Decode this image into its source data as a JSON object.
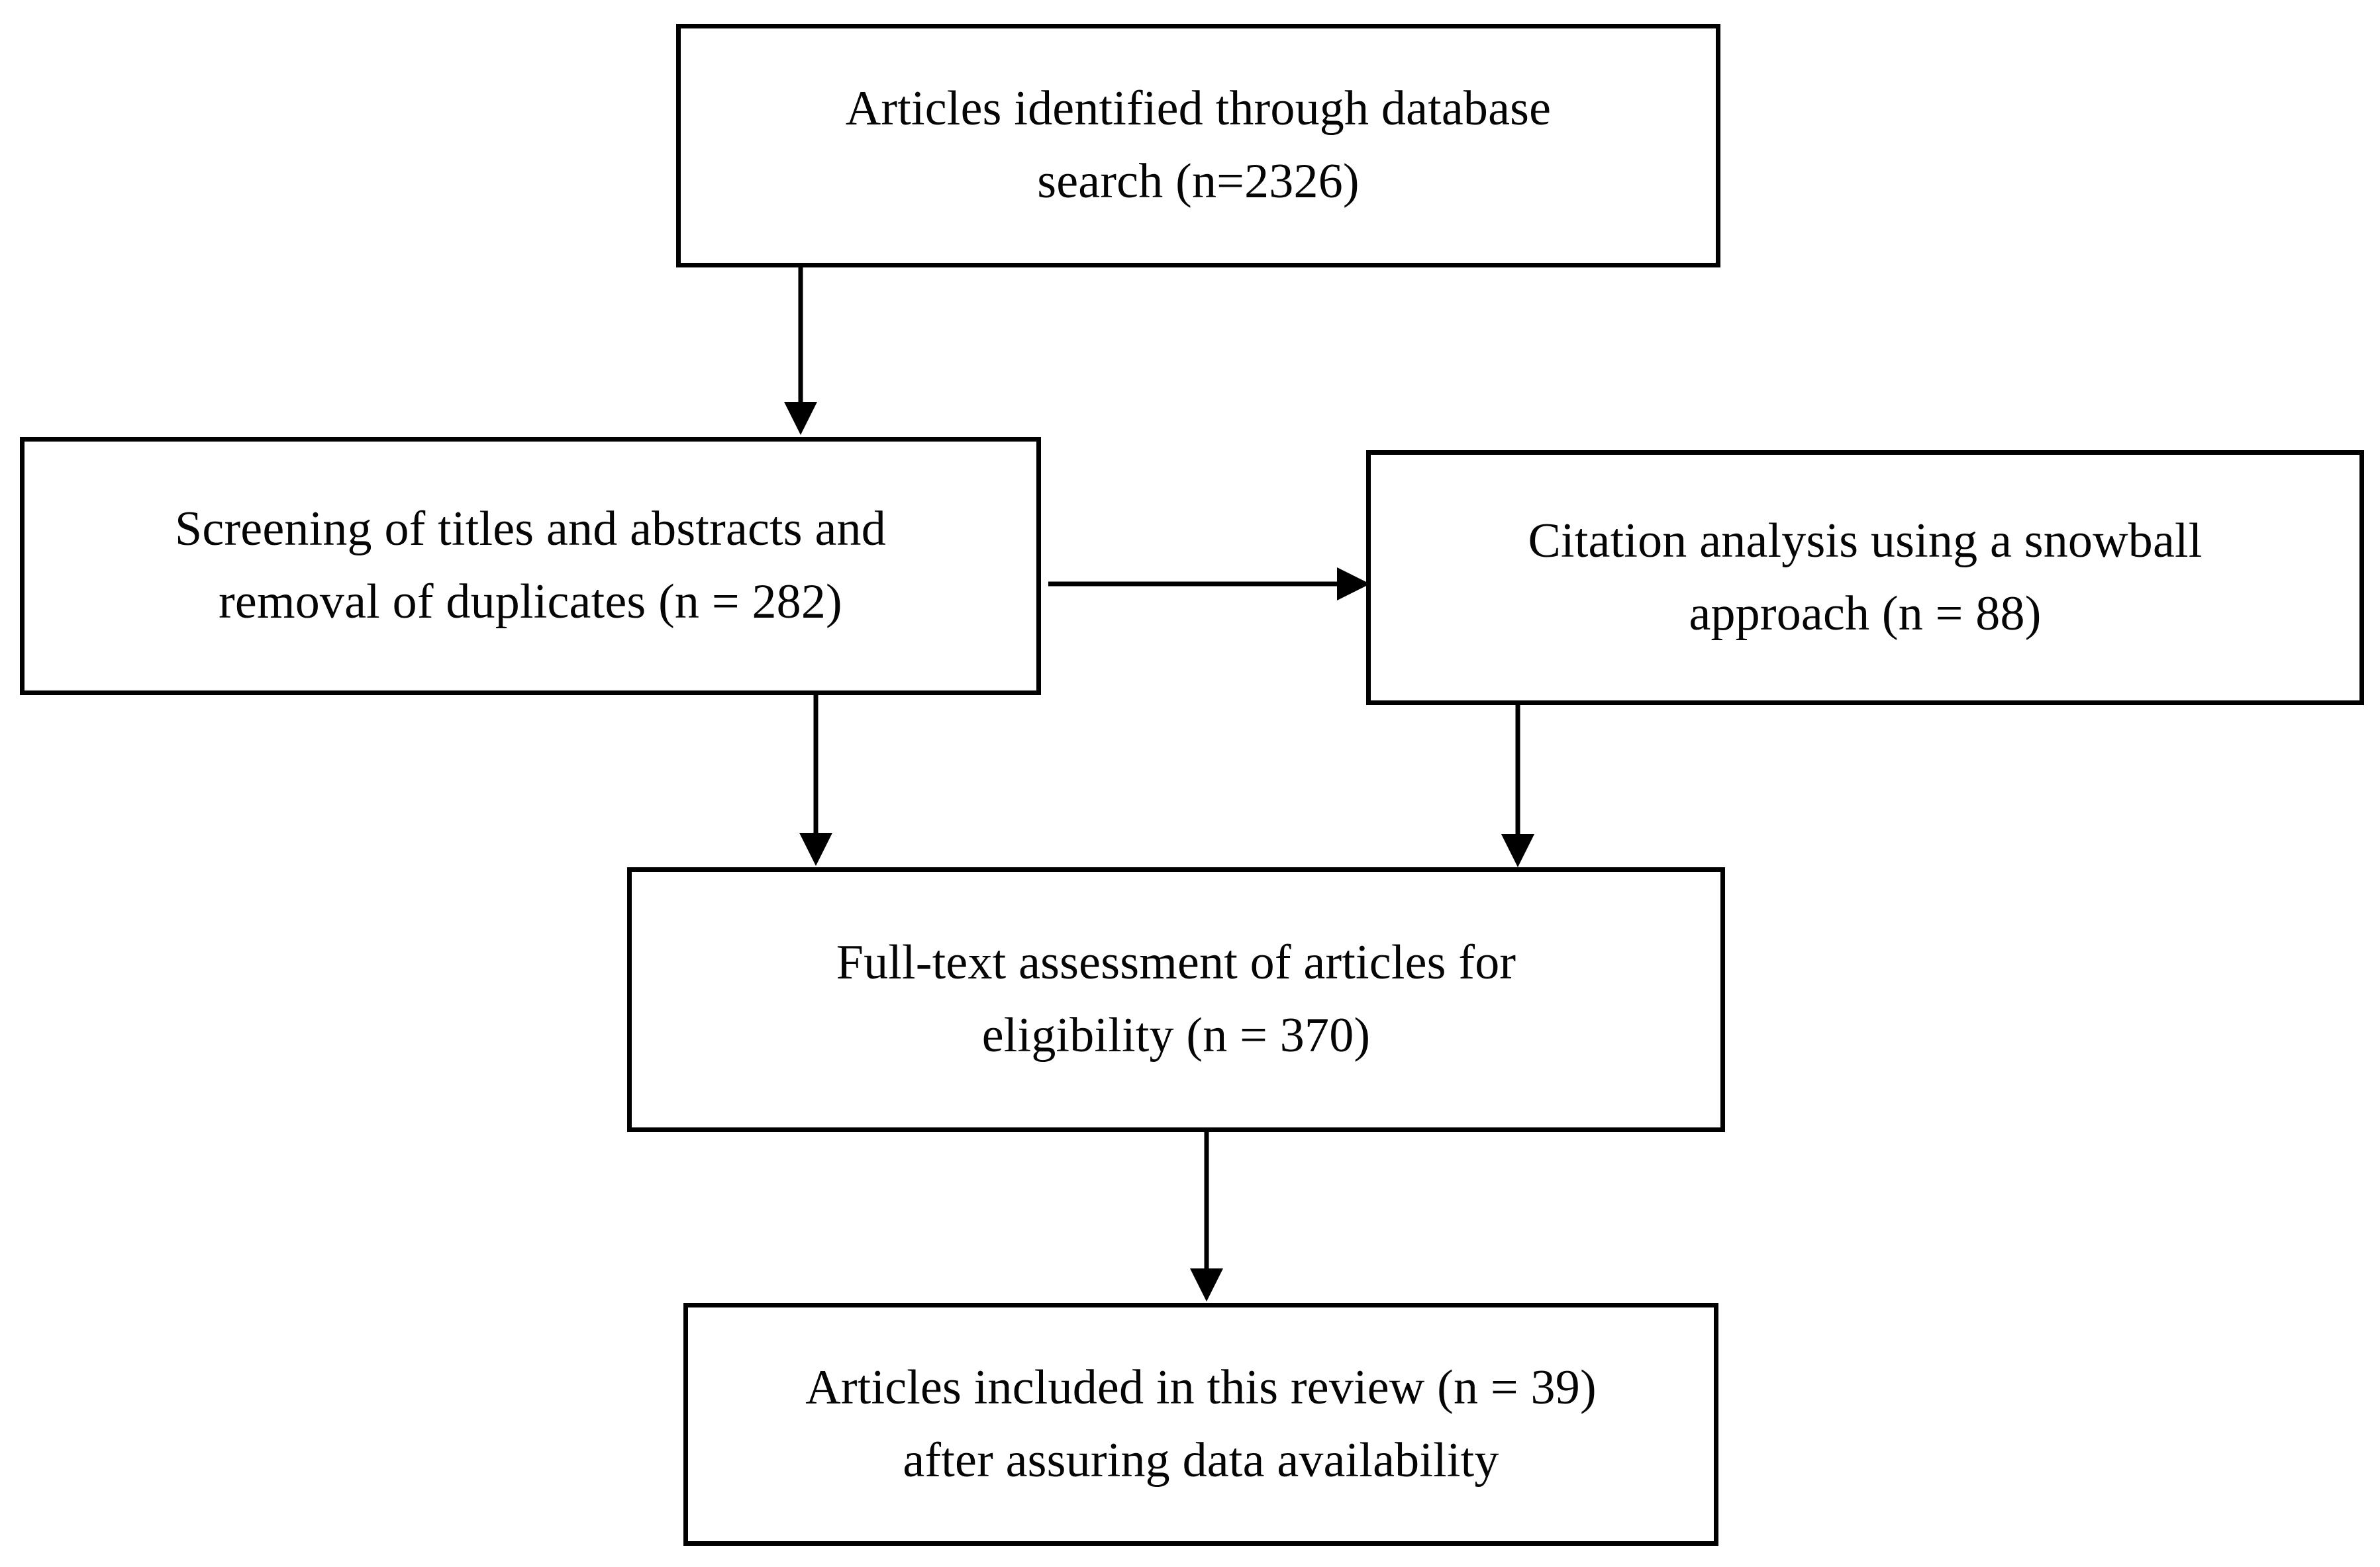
{
  "diagram": {
    "type": "prisma-flow-diagram",
    "title": "",
    "background_color": "#ffffff",
    "line_color": "#000000",
    "text_color": "#050505",
    "boxes": [
      {
        "id": "identification",
        "name": "articles-identified-box",
        "text": "Articles identified through database\nsearch (n=2326)",
        "line1": "Articles identified through database",
        "line2": "search (n=2326)",
        "count": 2326,
        "count_label": "n=2326"
      },
      {
        "id": "screening",
        "name": "screening-box",
        "text": "Screening of titles and abstracts and\nremoval of duplicates (n = 282)",
        "line1": "Screening of titles and abstracts and",
        "line2": "removal of duplicates (n = 282)",
        "count": 282,
        "count_label": "n = 282"
      },
      {
        "id": "citation",
        "name": "citation-analysis-box",
        "text": "Citation analysis using a snowball\napproach (n = 88)",
        "line1": "Citation analysis using a snowball",
        "line2": "approach (n = 88)",
        "count": 88,
        "count_label": "n = 88"
      },
      {
        "id": "fulltext",
        "name": "full-text-assessment-box",
        "text": "Full-text assessment of articles for\neligibility (n = 370)",
        "line1": "Full-text assessment of articles for",
        "line2": "eligibility (n = 370)",
        "count": 370,
        "count_label": "n = 370"
      },
      {
        "id": "included",
        "name": "articles-included-box",
        "text": "Articles included in this review (n = 39)\nafter assuring data availability",
        "line1": "Articles included in this review (n = 39)",
        "line2": "after assuring data availability",
        "count": 39,
        "count_label": "n = 39"
      }
    ],
    "connectors": [
      {
        "id": "identification-to-screening",
        "from": "identification",
        "to": "screening",
        "direction": "down",
        "arrowhead": "solid-triangle"
      },
      {
        "id": "screening-to-citation",
        "from": "screening",
        "to": "citation",
        "direction": "right",
        "arrowhead": "solid-triangle"
      },
      {
        "id": "screening-to-fulltext",
        "from": "screening",
        "to": "fulltext",
        "direction": "down",
        "arrowhead": "solid-triangle"
      },
      {
        "id": "citation-to-fulltext",
        "from": "citation",
        "to": "fulltext",
        "direction": "down",
        "arrowhead": "solid-triangle"
      },
      {
        "id": "fulltext-to-included",
        "from": "fulltext",
        "to": "included",
        "direction": "down",
        "arrowhead": "solid-triangle"
      }
    ]
  }
}
